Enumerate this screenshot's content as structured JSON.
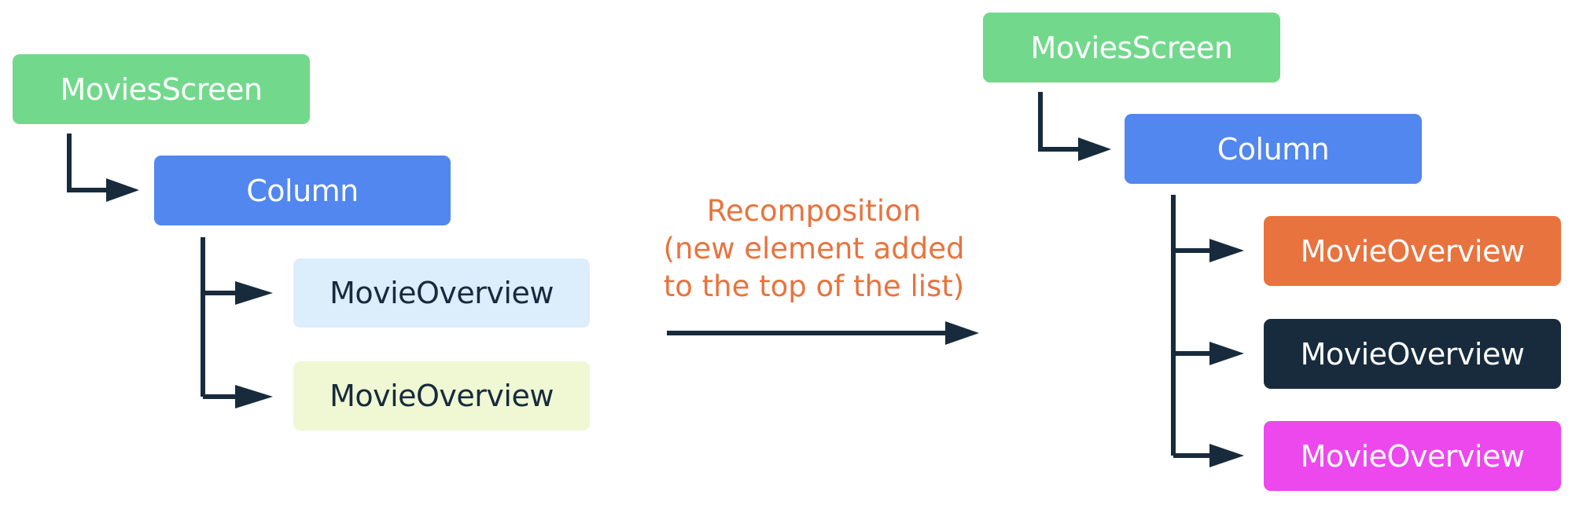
{
  "colors": {
    "connector": "#172b3d",
    "caption_text": "#e8733e",
    "green": "#72d98c",
    "blue": "#5187ee",
    "light_blue": "#dcedfc",
    "light_yellow": "#eff7d3",
    "orange": "#e8733e",
    "navy": "#172b3d",
    "magenta": "#ec48ee"
  },
  "before": {
    "root": {
      "label": "MoviesScreen"
    },
    "column": {
      "label": "Column"
    },
    "children": [
      {
        "label": "MovieOverview"
      },
      {
        "label": "MovieOverview"
      }
    ]
  },
  "transition": {
    "lines": [
      "Recomposition",
      "(new element added",
      "to the top of the list)"
    ]
  },
  "after": {
    "root": {
      "label": "MoviesScreen"
    },
    "column": {
      "label": "Column"
    },
    "children": [
      {
        "label": "MovieOverview"
      },
      {
        "label": "MovieOverview"
      },
      {
        "label": "MovieOverview"
      }
    ]
  }
}
